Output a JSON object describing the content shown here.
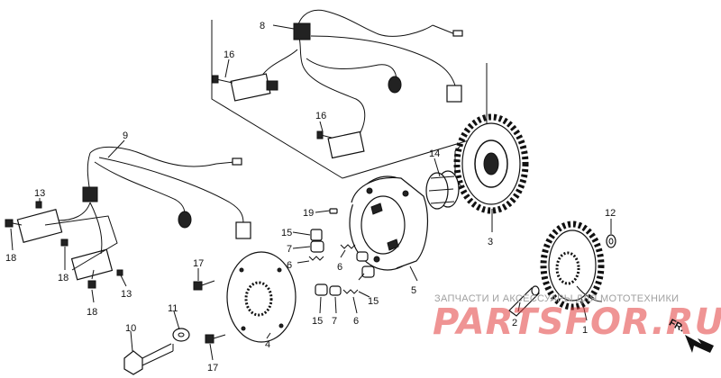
{
  "watermark": {
    "caption": "ЗАПЧАСТИ И АКСЕССУАРЫ ДЛЯ МОТОТЕХНИКИ",
    "logo": "PARTSFOR.RU",
    "color": "#e23c3c"
  },
  "direction_label": "FR.",
  "callouts": {
    "c1": "1",
    "c2": "2",
    "c3": "3",
    "c4": "4",
    "c5": "5",
    "c6a": "6",
    "c6b": "6",
    "c6c": "6",
    "c7a": "7",
    "c7b": "7",
    "c8": "8",
    "c9": "9",
    "c10": "10",
    "c11": "11",
    "c12": "12",
    "c13a": "13",
    "c13b": "13",
    "c14": "14",
    "c15a": "15",
    "c15b": "15",
    "c15c": "15",
    "c16a": "16",
    "c16b": "16",
    "c17a": "17",
    "c17b": "17",
    "c18a": "18",
    "c18b": "18",
    "c18c": "18",
    "c19": "19"
  }
}
